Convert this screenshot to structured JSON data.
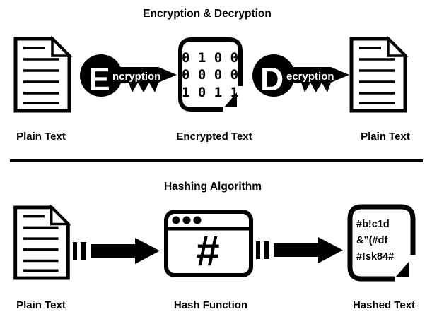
{
  "colors": {
    "ink": "#000000",
    "paper": "#ffffff"
  },
  "top": {
    "title": "Encryption & Decryption",
    "labels": {
      "left": "Plain Text",
      "center": "Encrypted Text",
      "right": "Plain Text"
    },
    "encryption_key": {
      "initial": "E",
      "rest": "ncryption"
    },
    "decryption_key": {
      "initial": "D",
      "rest": "ecryption"
    },
    "binary": {
      "row1": "0 1 0 0",
      "row2": "0 0 0 0",
      "row3": "1 0 1 1"
    }
  },
  "bottom": {
    "title": "Hashing Algorithm",
    "labels": {
      "left": "Plain Text",
      "center": "Hash Function",
      "right": "Hashed Text"
    },
    "hash_symbol": "#",
    "hashed": {
      "line1": "#b!c1d",
      "line2": "&”(#df",
      "line3": "#!sk84#"
    }
  }
}
